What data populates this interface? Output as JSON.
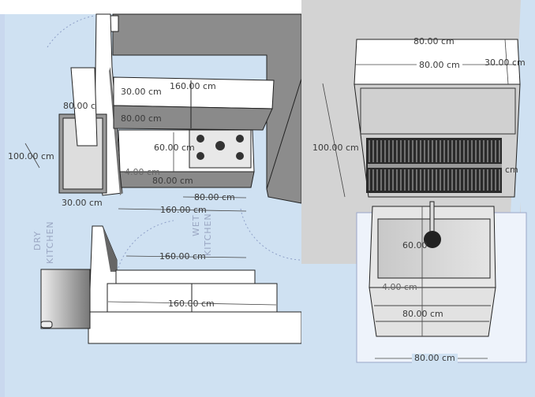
{
  "left_view": {
    "plan_labels": {
      "dry": "DRY",
      "dry2": "KITCHEN",
      "wet": "WET",
      "wet2": "KITCHEN"
    },
    "dimensions": {
      "upper_width": "160.00 cm",
      "upper_depth": "30.00 cm",
      "upper_height": "80.00 cm",
      "tall_height": "80.00 c",
      "fridge_width": "100.00 cm",
      "counter_depth": "60.00 cm",
      "counter_thickness": "4.00 cm",
      "base_height": "80.00 cm",
      "stove_width": "80.00 cm",
      "base_width": "160.00 cm",
      "side_depth": "30.00 cm",
      "lower_upper_width": "160.00 cm",
      "lower_base_width": "160.00 cm"
    }
  },
  "right_view": {
    "dimensions": {
      "top_width": "80.00 cm",
      "upper_width": "80.00 cm",
      "upper_depth": "30.00 cm",
      "upper_height": "100.00 cm",
      "side_fragment": "cm",
      "sink_depth": "60.00",
      "counter_thickness": "4.00 cm",
      "base_height": "80.00 cm",
      "base_width": "80.00 cm"
    }
  },
  "colors": {
    "floor": "#cfe1f2",
    "wall": "#d3d3d3",
    "cabinet_dark": "#8a8a8a",
    "white": "#ffffff"
  }
}
